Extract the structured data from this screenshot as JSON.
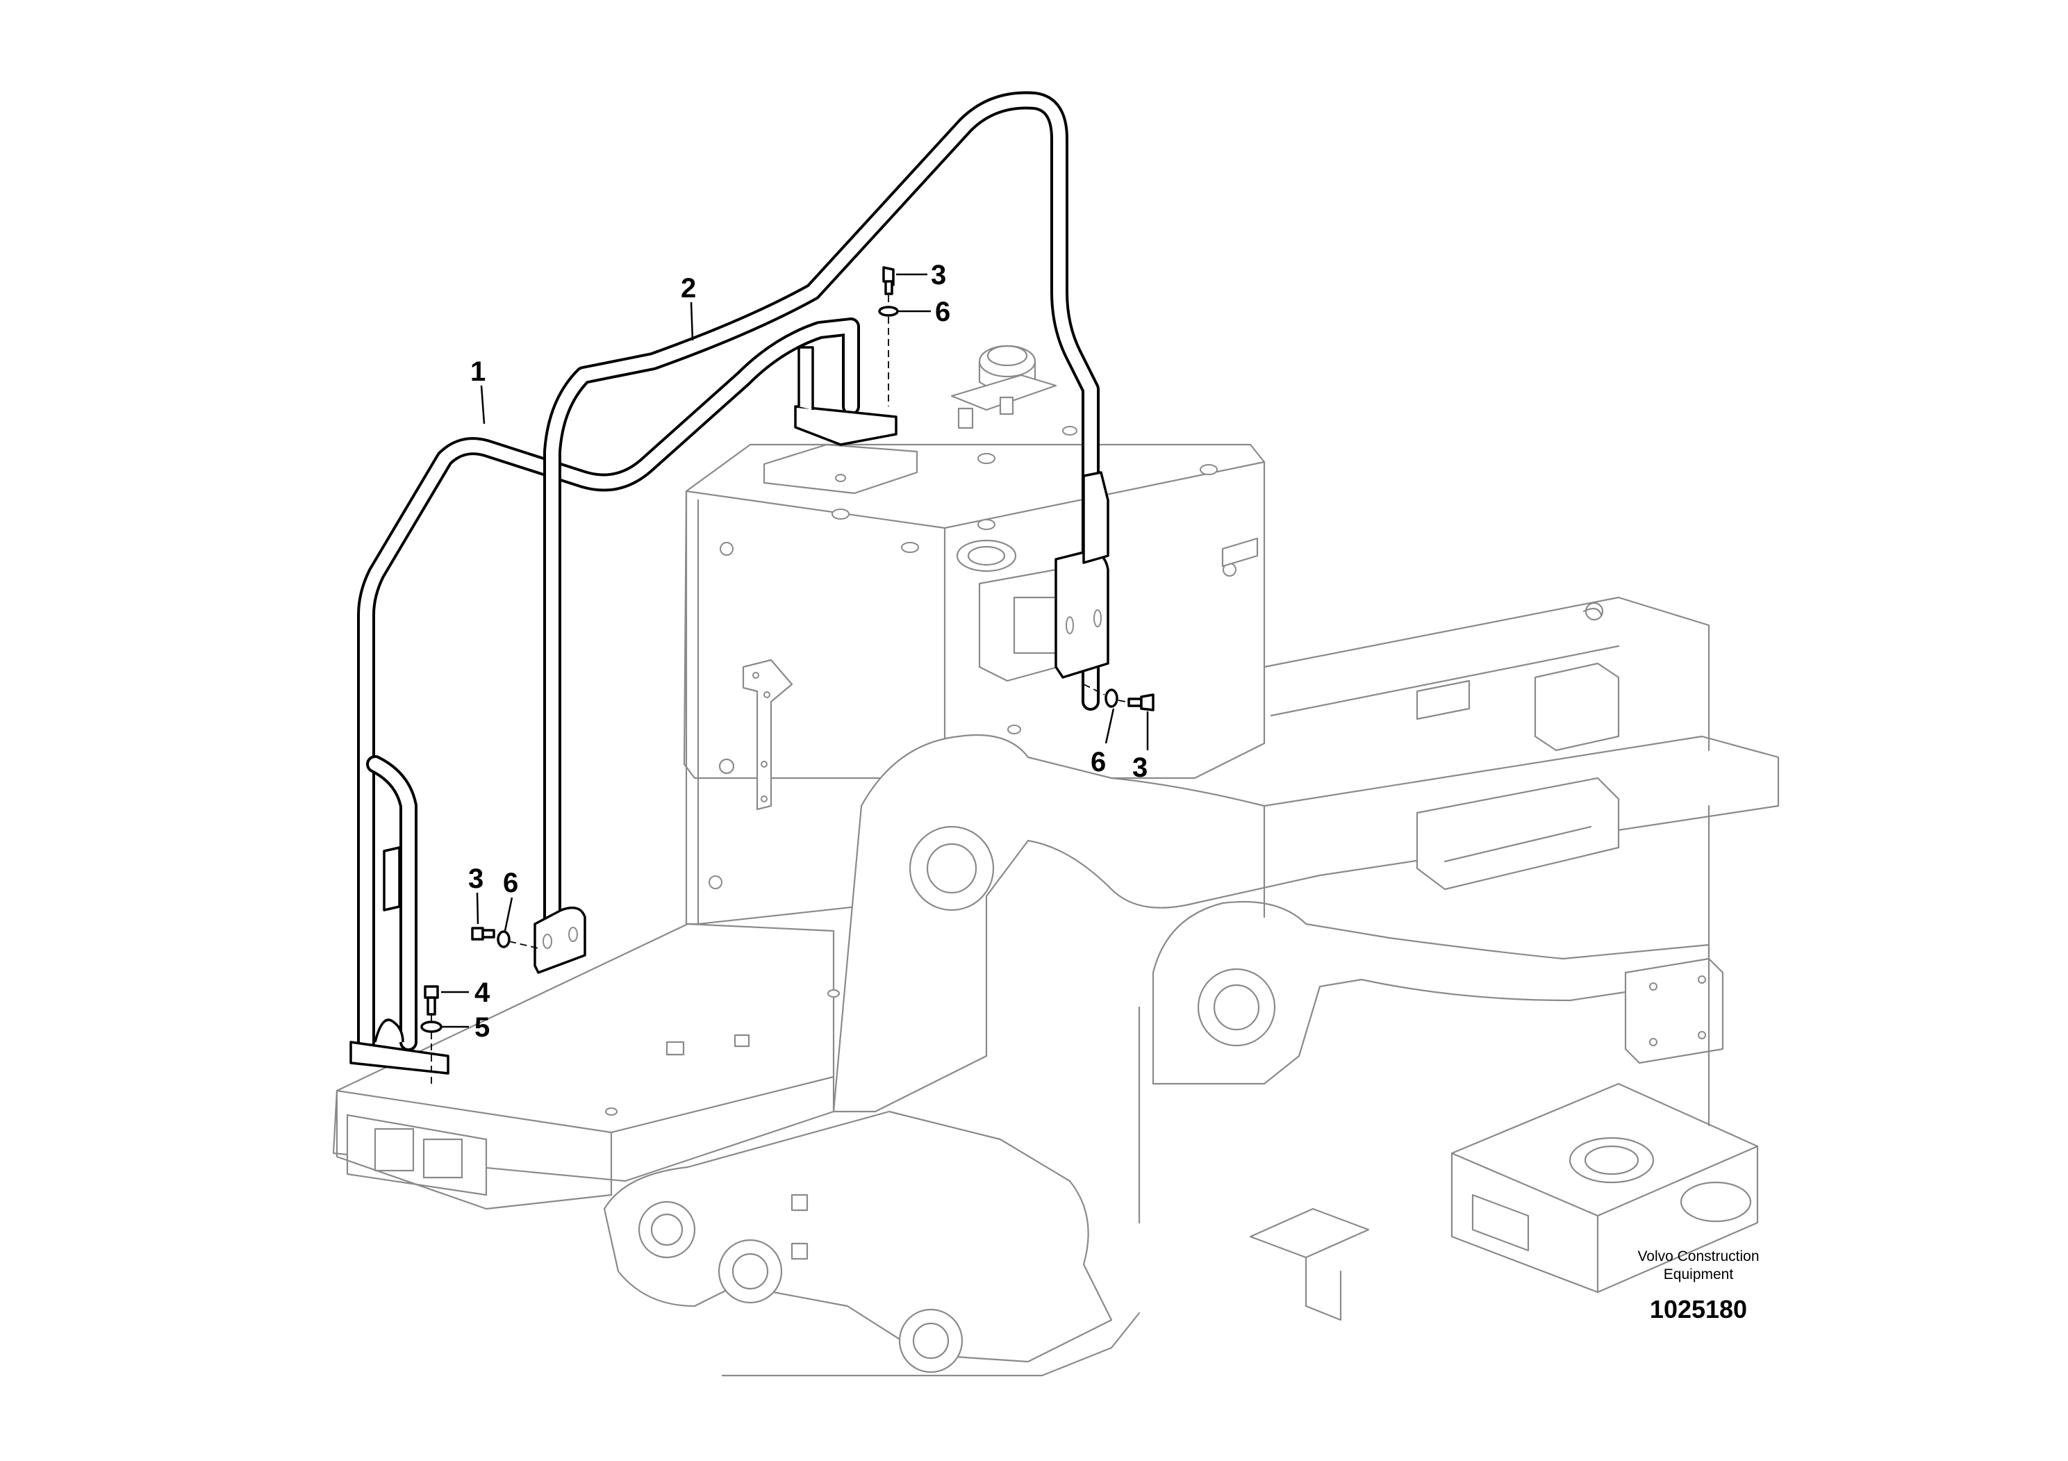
{
  "callouts": [
    "1",
    "2",
    "3",
    "6",
    "3",
    "6",
    "3",
    "6",
    "4",
    "5"
  ],
  "brand": {
    "line1": "Volvo Construction",
    "line2": "Equipment"
  },
  "reference_number": "1025180",
  "colors": {
    "part_outline": "#000000",
    "background_machine": "#8a8a8a",
    "background": "#ffffff"
  }
}
